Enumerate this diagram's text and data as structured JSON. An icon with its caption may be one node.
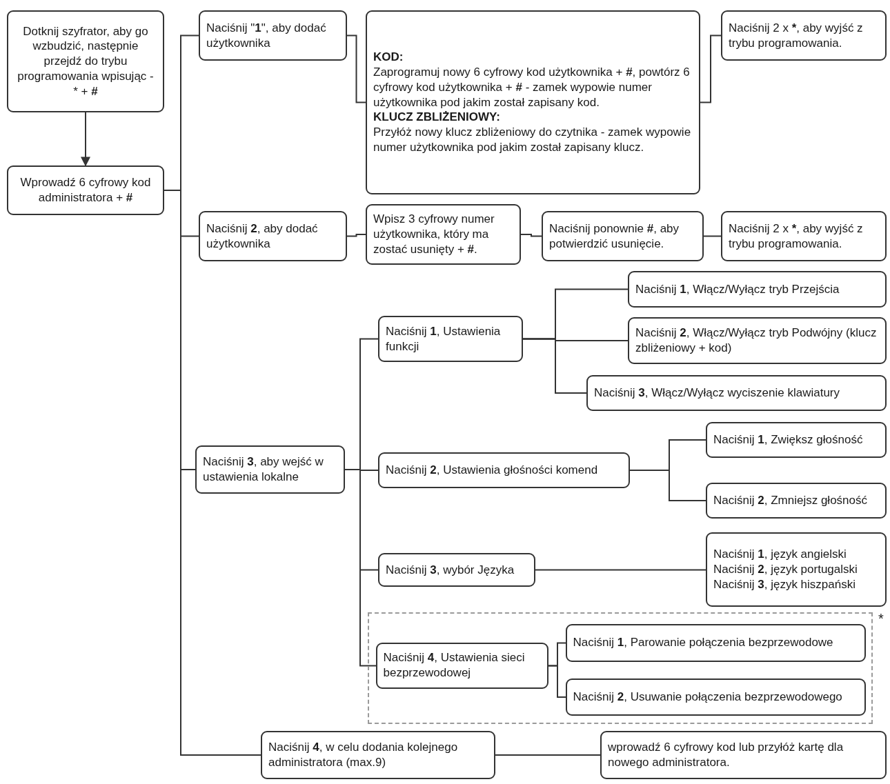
{
  "diagram": {
    "nodes": [
      {
        "text": [
          "Dotknij szyfrator, aby go wzbudzić, następnie przejdź do trybu programowania wpisując - * + **#**"
        ]
      },
      {
        "text": [
          "Wprowadź 6 cyfrowy kod administratora + **#**"
        ]
      },
      {
        "text": [
          "Naciśnij \"**1**\", aby dodać użytkownika"
        ]
      },
      {
        "text": [
          "KOD:",
          "Zaprogramuj nowy 6 cyfrowy kod użytkownika + **#**, powtórz 6 cyfrowy kod użytkownika + **#** - zamek wypowie numer użytkownika pod jakim został zapisany kod.",
          "KLUCZ ZBLIŻENIOWY:",
          "Przyłóż nowy klucz zbliżeniowy do czytnika - zamek wypowie numer użytkownika pod jakim został zapisany klucz."
        ]
      },
      {
        "text": [
          "Naciśnij 2 x *****, aby wyjść z trybu programowania."
        ]
      },
      {
        "text": [
          "Naciśnij **2**, aby dodać użytkownika"
        ]
      },
      {
        "text": [
          "Wpisz 3 cyfrowy numer użytkownika, który ma zostać usunięty + **#**."
        ]
      },
      {
        "text": [
          "Naciśnij ponownie **#**, aby potwierdzić usunięcie."
        ]
      },
      {
        "text": [
          "Naciśnij 2 x *****, aby wyjść z trybu programowania."
        ]
      },
      {
        "text": [
          "Naciśnij **3**, aby wejść w ustawienia lokalne"
        ]
      },
      {
        "text": [
          "Naciśnij **1**, Ustawienia funkcji"
        ]
      },
      {
        "text": [
          "Naciśnij **1**, Włącz/Wyłącz tryb Przejścia"
        ]
      },
      {
        "text": [
          "Naciśnij **2**, Włącz/Wyłącz tryb Podwójny (klucz zbliżeniowy + kod)"
        ]
      },
      {
        "text": [
          "Naciśnij **3**, Włącz/Wyłącz wyciszenie klawiatury"
        ]
      },
      {
        "text": [
          "Naciśnij **2**, Ustawienia głośności komend"
        ]
      },
      {
        "text": [
          "Naciśnij **1**, Zwiększ głośność"
        ]
      },
      {
        "text": [
          "Naciśnij **2**, Zmniejsz głośność"
        ]
      },
      {
        "text": [
          "Naciśnij **3**, wybór Języka"
        ]
      },
      {
        "text": [
          "Naciśnij **1**, język angielski",
          "Naciśnij **2**, język portugalski",
          "Naciśnij **3**, język hiszpański"
        ]
      },
      {
        "text": [],
        "shape": "box",
        "beside": [
          "*"
        ]
      },
      {
        "text": [
          "Naciśnij **4**, Ustawienia sieci bezprzewodowej"
        ],
        "in": 19
      },
      {
        "text": [
          "Naciśnij **1**, Parowanie połączenia bezprzewodowe"
        ],
        "in": 19
      },
      {
        "text": [
          "Naciśnij **2**, Usuwanie połączenia bezprzewodowego"
        ],
        "in": 19
      },
      {
        "text": [
          "Naciśnij **4**, w celu dodania kolejnego administratora (max.9)"
        ]
      },
      {
        "text": [
          "wprowadź 6 cyfrowy kod  lub przyłóż kartę dla nowego administratora."
        ]
      }
    ],
    "edges": [
      {
        "from": 0,
        "to": 1,
        "arrow": "to"
      },
      {
        "from": 1,
        "to": 2,
        "arrow": "none"
      },
      {
        "from": 1,
        "to": 5,
        "arrow": "none"
      },
      {
        "from": 1,
        "to": 9,
        "arrow": "none"
      },
      {
        "from": 1,
        "to": 23,
        "arrow": "none"
      },
      {
        "from": 2,
        "to": 3,
        "arrow": "none"
      },
      {
        "from": 3,
        "to": 4,
        "arrow": "none"
      },
      {
        "from": 5,
        "to": 6,
        "arrow": "none"
      },
      {
        "from": 6,
        "to": 7,
        "arrow": "none"
      },
      {
        "from": 7,
        "to": 8,
        "arrow": "none"
      },
      {
        "from": 9,
        "to": 10,
        "arrow": "none"
      },
      {
        "from": 9,
        "to": 14,
        "arrow": "none"
      },
      {
        "from": 9,
        "to": 17,
        "arrow": "none"
      },
      {
        "from": 9,
        "to": 20,
        "arrow": "none"
      },
      {
        "from": 10,
        "to": 11,
        "arrow": "none"
      },
      {
        "from": 10,
        "to": 12,
        "arrow": "none"
      },
      {
        "from": 10,
        "to": 13,
        "arrow": "none"
      },
      {
        "from": 14,
        "to": 15,
        "arrow": "none"
      },
      {
        "from": 14,
        "to": 16,
        "arrow": "none"
      },
      {
        "from": 17,
        "to": 18,
        "arrow": "none"
      },
      {
        "from": 20,
        "to": 21,
        "arrow": "none"
      },
      {
        "from": 20,
        "to": 22,
        "arrow": "none"
      },
      {
        "from": 23,
        "to": 24,
        "arrow": "none"
      }
    ]
  }
}
